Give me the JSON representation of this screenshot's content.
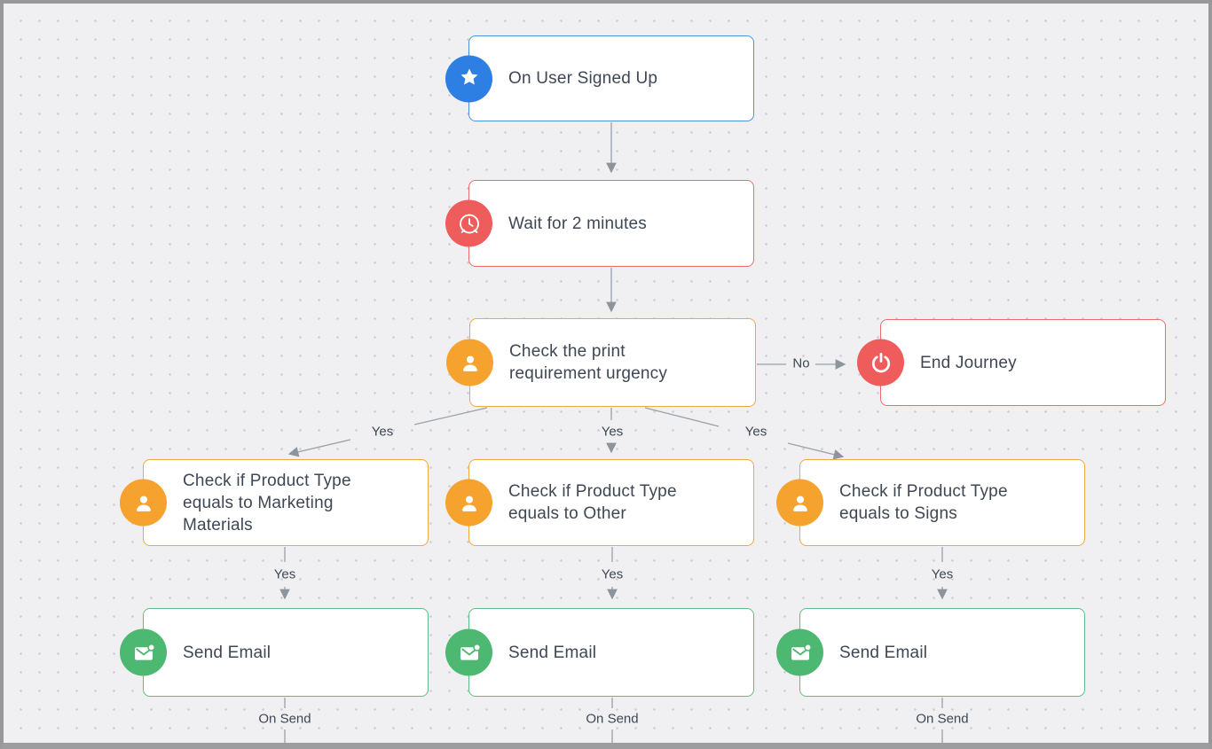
{
  "canvas": {
    "description": "journey-flow-canvas",
    "background": "#f0f0f2",
    "dot_color": "#c9cad0",
    "line_color": "#9aa0a8",
    "text_color": "#3e4753"
  },
  "colors": {
    "trigger_blue": "#2e7fe4",
    "wait_red": "#ee5c5c",
    "condition_orange": "#f5a32e",
    "end_red": "#ee5c5c",
    "email_green": "#4cb871"
  },
  "nodes": [
    {
      "id": "trigger",
      "title": "On User Signed Up",
      "icon": "star-icon",
      "color": "#2e7fe4"
    },
    {
      "id": "wait",
      "title": "Wait for 2 minutes",
      "icon": "clock-icon",
      "color": "#ee5c5c"
    },
    {
      "id": "check-urgency",
      "title": "Check the print\nrequirement urgency",
      "icon": "user-icon",
      "color": "#f5a32e"
    },
    {
      "id": "end-journey",
      "title": "End Journey",
      "icon": "power-icon",
      "color": "#ee5c5c"
    },
    {
      "id": "check-marketing",
      "title": "Check if Product Type\nequals to Marketing\nMaterials",
      "icon": "user-icon",
      "color": "#f5a32e"
    },
    {
      "id": "check-other",
      "title": "Check if Product Type\nequals to Other",
      "icon": "user-icon",
      "color": "#f5a32e"
    },
    {
      "id": "check-signs",
      "title": "Check if Product Type\nequals to Signs",
      "icon": "user-icon",
      "color": "#f5a32e"
    },
    {
      "id": "send-email-1",
      "title": "Send Email",
      "icon": "email-icon",
      "color": "#4cb871"
    },
    {
      "id": "send-email-2",
      "title": "Send Email",
      "icon": "email-icon",
      "color": "#4cb871"
    },
    {
      "id": "send-email-3",
      "title": "Send Email",
      "icon": "email-icon",
      "color": "#4cb871"
    }
  ],
  "edge_labels": [
    {
      "text": "No"
    },
    {
      "text": "Yes"
    },
    {
      "text": "Yes"
    },
    {
      "text": "Yes"
    },
    {
      "text": "Yes"
    },
    {
      "text": "Yes"
    },
    {
      "text": "Yes"
    },
    {
      "text": "On Send"
    },
    {
      "text": "On Send"
    },
    {
      "text": "On Send"
    }
  ]
}
